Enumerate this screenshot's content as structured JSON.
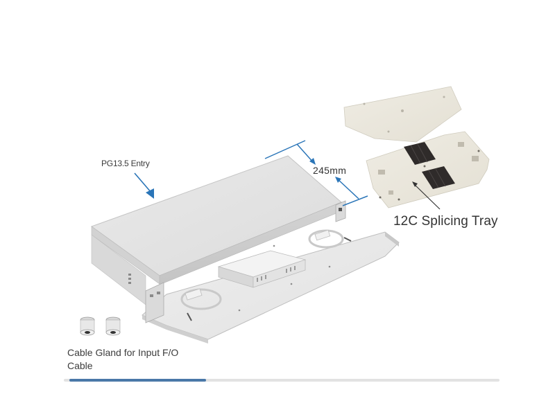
{
  "image": {
    "subject": "1U sliding fiber optic patch panel with 12C splicing tray",
    "labels": {
      "entry": "PG13.5 Entry",
      "dimension": "245mm",
      "tray": "12C Splicing Tray",
      "gland": "Cable Gland for Input F/O Cable"
    }
  },
  "colors": {
    "accent_arrow": "#2a75b8",
    "panel_body": "#e6e6e6",
    "tray": "#ece8dc",
    "carousel_track": "#e2e2e2",
    "carousel_fill": "#4a78a8"
  },
  "carousel": {
    "active_index": 1,
    "progress_percent": 33
  }
}
